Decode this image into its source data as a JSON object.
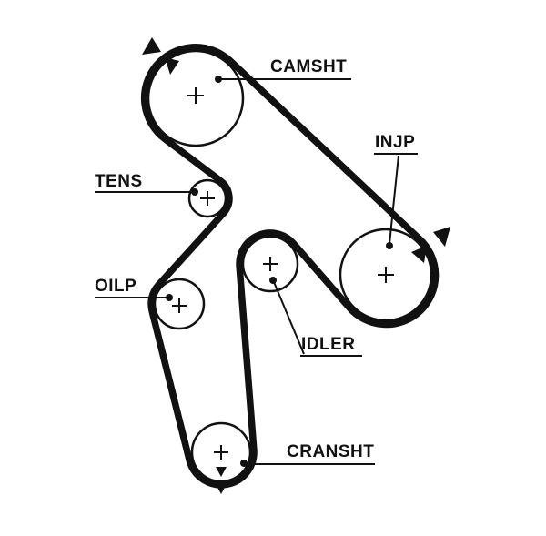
{
  "diagram": {
    "type": "timing-belt-routing",
    "background_color": "#ffffff",
    "line_color": "#111111",
    "labels": {
      "camshaft": "CAMSHT",
      "tensioner": "TENS",
      "oil_pump": "OILP",
      "idler": "IDLER",
      "crankshaft": "CRANSHT",
      "injection_pump": "INJP"
    },
    "pulleys": [
      {
        "id": "camshaft",
        "label": "CAMSHT",
        "marker": "center-cross"
      },
      {
        "id": "tensioner",
        "label": "TENS",
        "marker": "center-cross"
      },
      {
        "id": "oil_pump",
        "label": "OILP",
        "marker": "center-cross"
      },
      {
        "id": "idler",
        "label": "IDLER",
        "marker": "center-cross"
      },
      {
        "id": "crankshaft",
        "label": "CRANSHT",
        "marker": "center-cross"
      },
      {
        "id": "injection_pump",
        "label": "INJP",
        "marker": "center-cross"
      }
    ],
    "rotation_arrow_groups": [
      "top-left-of-camshaft",
      "right-of-injection-pump",
      "below-crankshaft"
    ]
  }
}
